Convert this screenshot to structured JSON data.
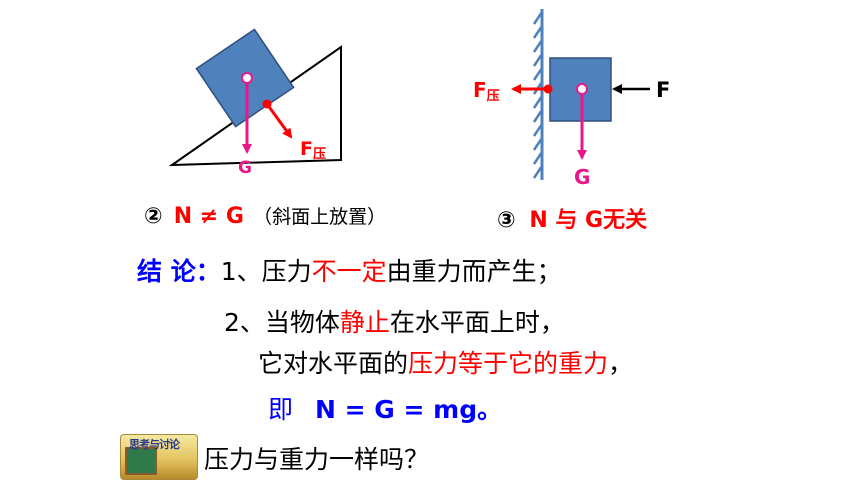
{
  "fig2": {
    "force_label_F": "F",
    "force_label_sub": "压",
    "gravity_label": "G",
    "caption_num": "②",
    "caption_formula": "N ≠ G",
    "caption_note": "（斜面上放置）"
  },
  "fig3": {
    "force_label_F": "F",
    "force_label_sub": "压",
    "push_label": "F",
    "gravity_label": "G",
    "caption_num": "③",
    "caption_part1": "N 与 G",
    "caption_part2": "无关"
  },
  "conclusion": {
    "label": "结 论：",
    "line1_prefix": "1、压力",
    "line1_highlight": "不一定",
    "line1_suffix": "由重力而产生；",
    "line2_prefix": "2、当物体",
    "line2_highlight": "静止",
    "line2_suffix": "在水平面上时，",
    "line3_prefix": "它对水平面的",
    "line3_highlight": "压力等于它的重力",
    "line3_suffix": "，",
    "line4_prefix": "即",
    "line4_formula": "N = G = mg。"
  },
  "discussion": {
    "badge_text": "思考与讨论",
    "question": "压力与重力一样吗？"
  },
  "colors": {
    "block": "#4f81bd",
    "force_red": "#ff0000",
    "gravity_magenta": "#e8188a",
    "wall_hatch": "#4f81bd",
    "text_blue": "#0000ff"
  }
}
